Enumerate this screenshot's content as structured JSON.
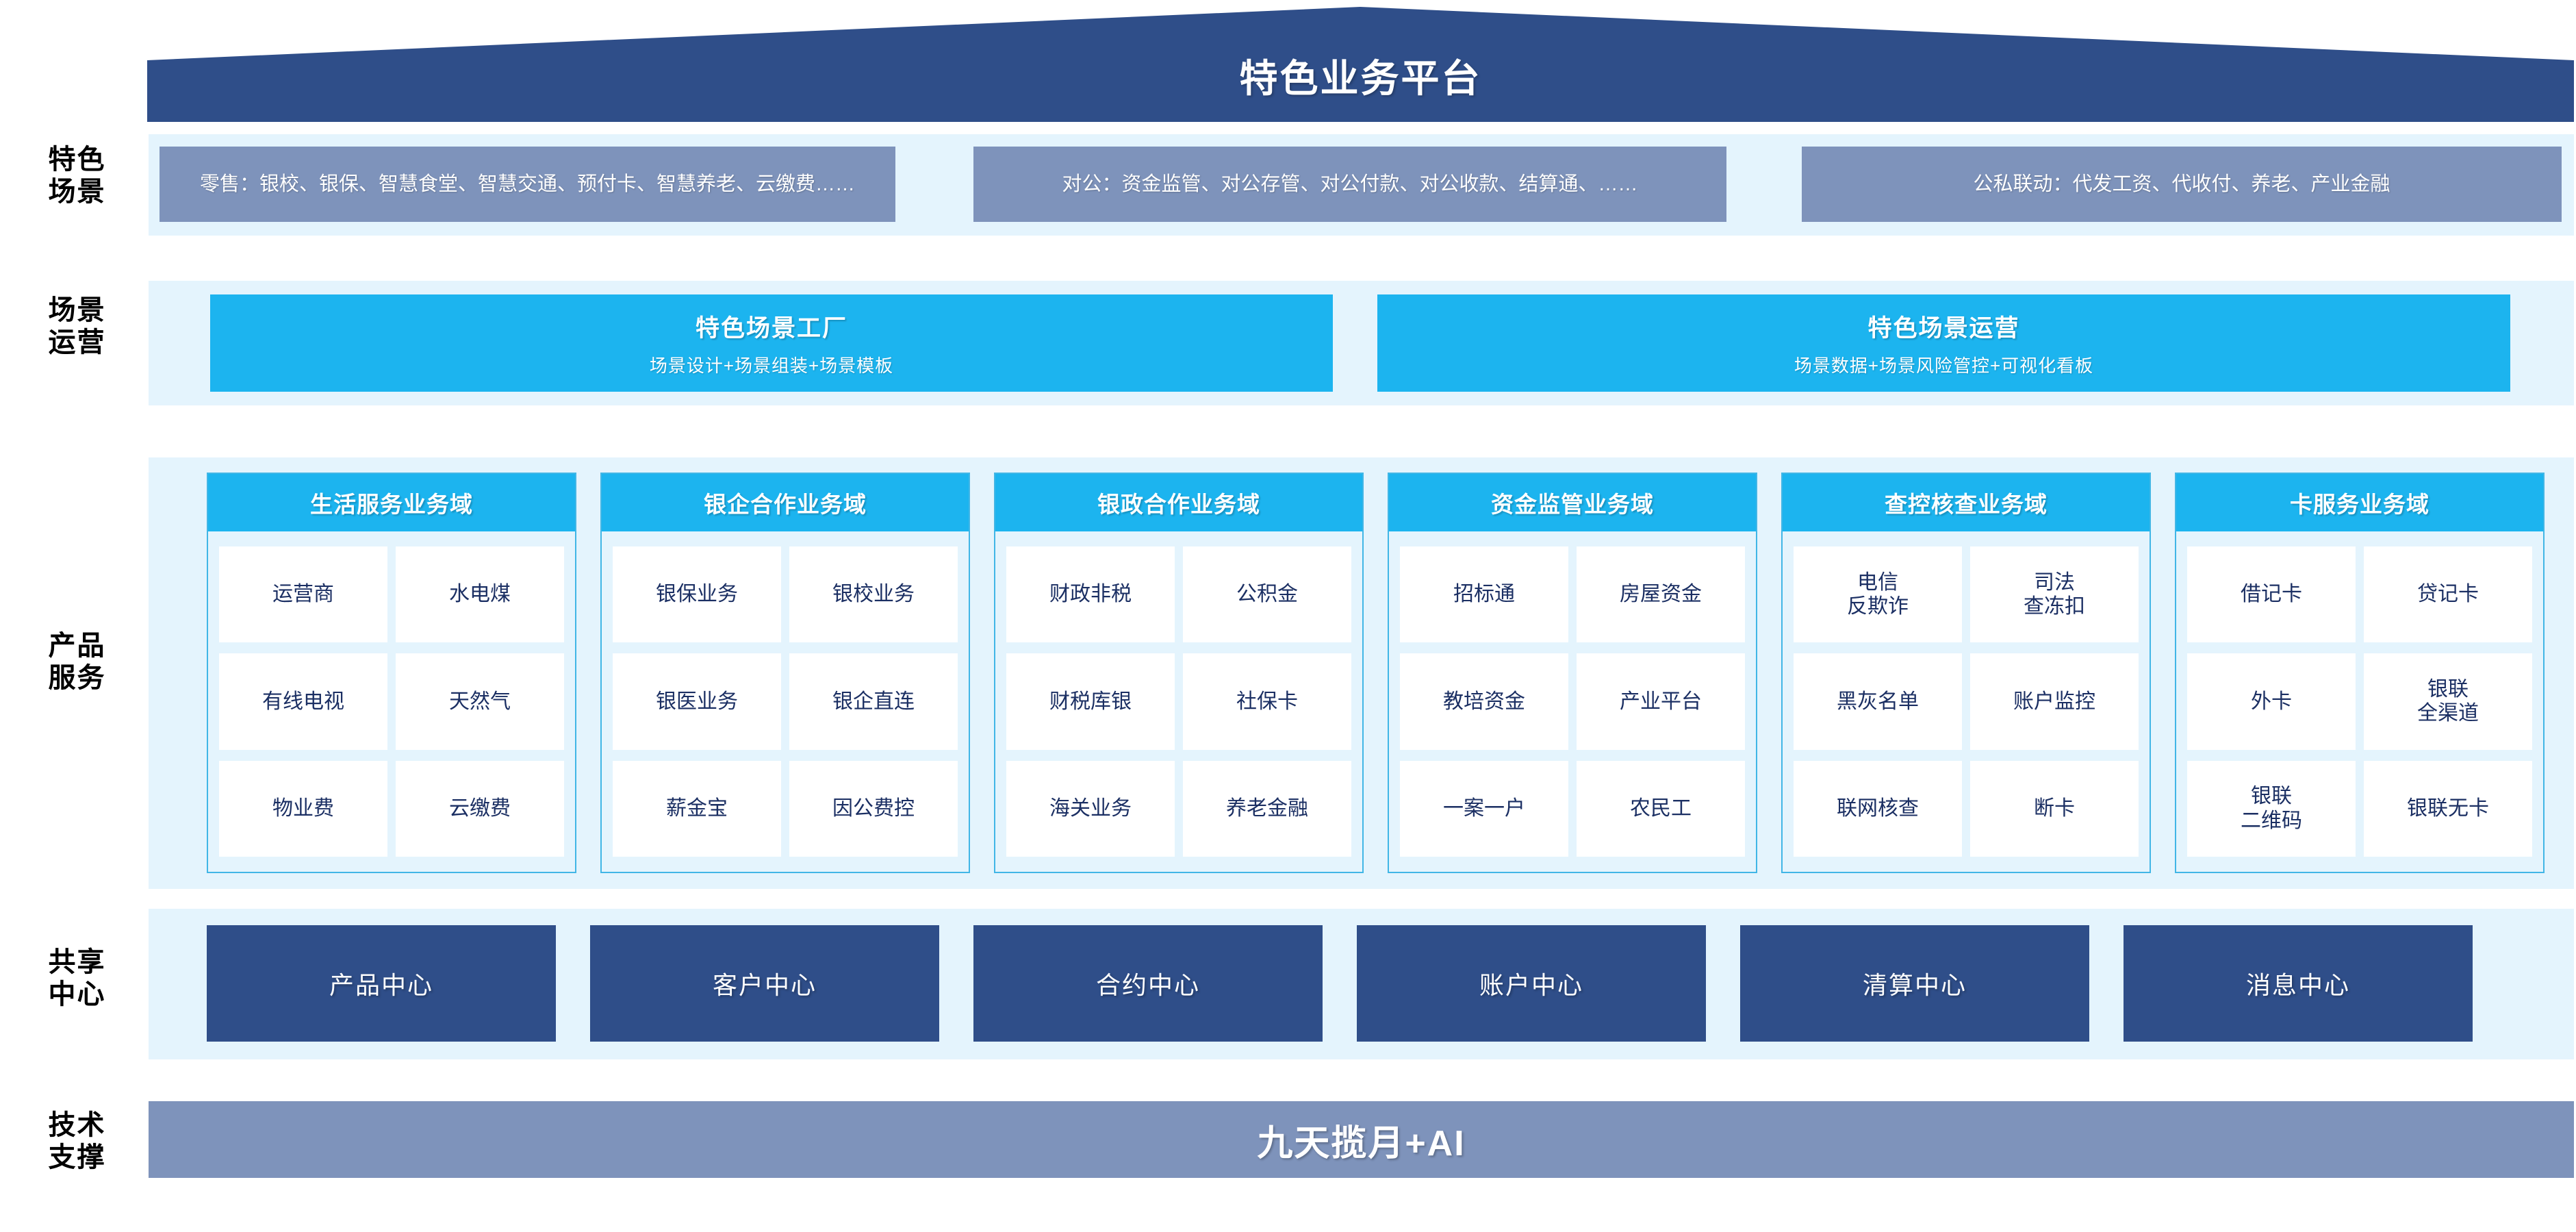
{
  "header": {
    "title": "特色业务平台"
  },
  "rows": [
    {
      "label": "特色\n场景"
    },
    {
      "label": "场景\n运营"
    },
    {
      "label": "产品\n服务"
    },
    {
      "label": "共享\n中心"
    },
    {
      "label": "技术\n支撑"
    }
  ],
  "scenarios": {
    "items": [
      {
        "text": "零售：银校、银保、智慧食堂、智慧交通、预付卡、智慧养老、云缴费……"
      },
      {
        "text": "对公：资金监管、对公存管、对公付款、对公收款、结算通、……"
      },
      {
        "text": "公私联动：代发工资、代收付、养老、产业金融"
      }
    ]
  },
  "operation": {
    "items": [
      {
        "title": "特色场景工厂",
        "subtitle": "场景设计+场景组装+场景模板"
      },
      {
        "title": "特色场景运营",
        "subtitle": "场景数据+场景风险管控+可视化看板"
      }
    ]
  },
  "domains": [
    {
      "title": "生活服务业务域",
      "cells": [
        "运营商",
        "水电煤",
        "有线电视",
        "天然气",
        "物业费",
        "云缴费"
      ]
    },
    {
      "title": "银企合作业务域",
      "cells": [
        "银保业务",
        "银校业务",
        "银医业务",
        "银企直连",
        "薪金宝",
        "因公费控"
      ]
    },
    {
      "title": "银政合作业务域",
      "cells": [
        "财政非税",
        "公积金",
        "财税库银",
        "社保卡",
        "海关业务",
        "养老金融"
      ]
    },
    {
      "title": "资金监管业务域",
      "cells": [
        "招标通",
        "房屋资金",
        "教培资金",
        "产业平台",
        "一案一户",
        "农民工"
      ]
    },
    {
      "title": "查控核查业务域",
      "cells": [
        "电信\n反欺诈",
        "司法\n查冻扣",
        "黑灰名单",
        "账户监控",
        "联网核查",
        "断卡"
      ]
    },
    {
      "title": "卡服务业务域",
      "cells": [
        "借记卡",
        "贷记卡",
        "外卡",
        "银联\n全渠道",
        "银联\n二维码",
        "银联无卡"
      ]
    }
  ],
  "centers": {
    "items": [
      {
        "label": "产品中心"
      },
      {
        "label": "客户中心"
      },
      {
        "label": "合约中心"
      },
      {
        "label": "账户中心"
      },
      {
        "label": "清算中心"
      },
      {
        "label": "消息中心"
      }
    ]
  },
  "tech": {
    "label": "九天揽月+AI"
  },
  "colors": {
    "roof": "#2f4e89",
    "panel": "#e4f4fd",
    "scenario_box": "#7e93bb",
    "cyan": "#1cb4ef",
    "navy": "#2f4e89",
    "cell_text": "#1b2f63"
  }
}
